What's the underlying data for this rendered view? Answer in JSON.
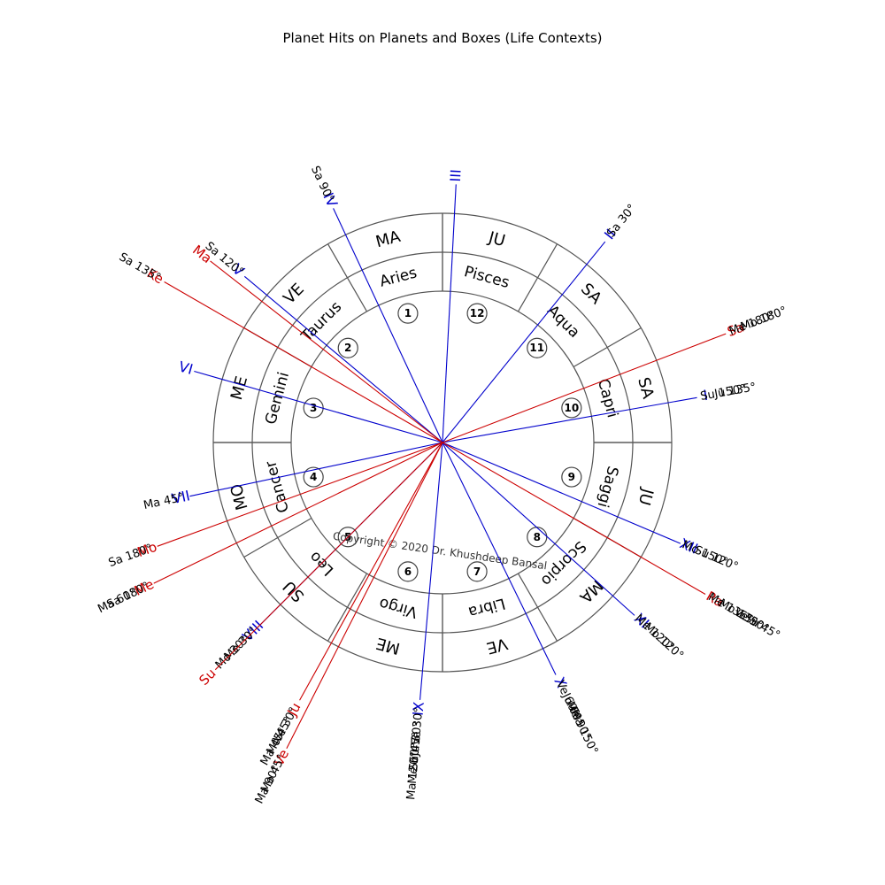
{
  "title": "Planet Hits on Planets and Boxes (Life Contexts)",
  "copyright": "Copyright © 2020 Dr. Khushdeep Bansal",
  "colors": {
    "house": "#0000cc",
    "planet": "#cc0000",
    "ring": "#555555",
    "text": "#000000"
  },
  "signs": [
    {
      "num": "1",
      "name": "Aries",
      "owner": "MA"
    },
    {
      "num": "12",
      "name": "Pisces",
      "owner": "JU"
    },
    {
      "num": "11",
      "name": "Aqua",
      "owner": "SA"
    },
    {
      "num": "10",
      "name": "Capri",
      "owner": "SA"
    },
    {
      "num": "9",
      "name": "Saggi",
      "owner": "JU"
    },
    {
      "num": "8",
      "name": "Scorpio",
      "owner": "MA"
    },
    {
      "num": "7",
      "name": "Libra",
      "owner": "VE"
    },
    {
      "num": "6",
      "name": "Virgo",
      "owner": "ME"
    },
    {
      "num": "5",
      "name": "Leo",
      "owner": "SU"
    },
    {
      "num": "4",
      "name": "Cancer",
      "owner": "MO"
    },
    {
      "num": "3",
      "name": "Gemini",
      "owner": "ME"
    },
    {
      "num": "2",
      "name": "Taurus",
      "owner": "VE"
    }
  ],
  "houses": [
    {
      "label": "I",
      "deg": 10,
      "hits": [
        "Su 150°",
        "Ju 135°"
      ]
    },
    {
      "label": "II",
      "deg": 51,
      "hits": [
        "Sa 30°"
      ]
    },
    {
      "label": "III",
      "deg": 87,
      "hits": []
    },
    {
      "label": "IV",
      "deg": 115,
      "hits": [
        "Sa 90°"
      ]
    },
    {
      "label": "V",
      "deg": 140,
      "hits": [
        "Sa 120°"
      ]
    },
    {
      "label": "VI",
      "deg": 164,
      "hits": []
    },
    {
      "label": "VII",
      "deg": 192,
      "hits": [
        "Ma 45°"
      ]
    },
    {
      "label": "VIII",
      "deg": 225,
      "hits": [
        "Me 30°",
        "Mo 30°"
      ]
    },
    {
      "label": "IX",
      "deg": 265,
      "hits": [
        "Ve 30°",
        "Ju 30°",
        "Su 45°",
        "Me 60°",
        "Ma 120°"
      ]
    },
    {
      "label": "X",
      "deg": 296,
      "hits": [
        "Ve 60°",
        "Ju 60°",
        "Me 90°",
        "Ma 150°"
      ]
    },
    {
      "label": "XI",
      "deg": 318,
      "hits": [
        "Me 120°",
        "Mo 120°"
      ]
    },
    {
      "label": "XII",
      "deg": 337,
      "hits": [
        "Mo 150°",
        "Su 120°"
      ]
    }
  ],
  "planets": [
    {
      "label": "Sa",
      "deg": 21,
      "r": 355,
      "hits": [
        "Me 180°",
        "Mo 180°"
      ]
    },
    {
      "label": "Ma",
      "deg": 142,
      "r": 345,
      "hits": []
    },
    {
      "label": "Ke",
      "deg": 150,
      "r": 375,
      "hits": [
        "Sa 135°"
      ]
    },
    {
      "label": "Mo",
      "deg": 200,
      "r": 355,
      "hits": [
        "Sa 180°"
      ]
    },
    {
      "label": "Me",
      "deg": 206,
      "r": 375,
      "hits": [
        "Sa 180°",
        "Ma 60°"
      ]
    },
    {
      "label": "Su",
      "deg": 225,
      "r": 375,
      "hits": []
    },
    {
      "label": "Ju",
      "deg": 241,
      "r": 345,
      "hits": [
        "Ve 30°",
        "Mo 45°",
        "Ma 45°"
      ]
    },
    {
      "label": "Ve",
      "deg": 243,
      "r": 400,
      "hits": [
        "Mo 45°",
        "Ma 90°"
      ]
    },
    {
      "label": "Ra",
      "deg": 330,
      "r": 355,
      "hits": [
        "Me 135°",
        "Mo 135°",
        "Ve 90°",
        "Su 45°"
      ]
    }
  ]
}
